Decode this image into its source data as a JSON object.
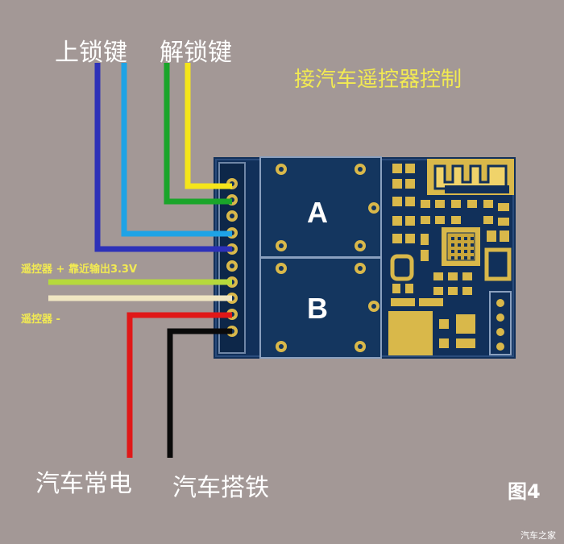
{
  "labels": {
    "lock_key": "上锁键",
    "unlock_key": "解锁键",
    "title": "接汽车遥控器控制",
    "remote_plus": "遥控器 + 靠近输出3.3V",
    "remote_minus": "遥控器 -",
    "car_power": "汽车常电",
    "car_ground": "汽车搭铁",
    "figure": "图4",
    "watermark": "汽车之家"
  },
  "board": {
    "relay_a": "A",
    "relay_b": "B"
  },
  "colors": {
    "background": "#a39896",
    "board": "#11305a",
    "pad": "#d9b84a",
    "wire_dark_blue": "#2d31b8",
    "wire_light_blue": "#1ea3e6",
    "wire_green": "#1aa52a",
    "wire_yellow": "#f5e51a",
    "wire_lime": "#b6d93c",
    "wire_cream": "#f0e6c2",
    "wire_red": "#e01818",
    "wire_black": "#0a0a0a"
  }
}
